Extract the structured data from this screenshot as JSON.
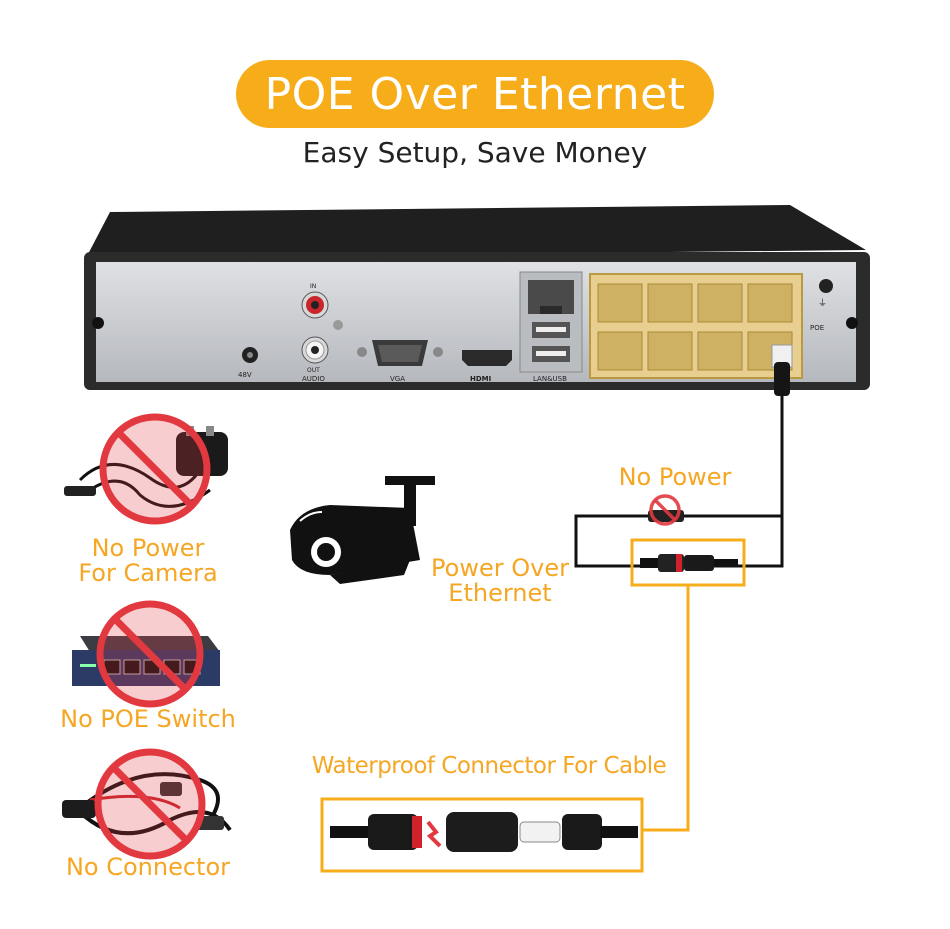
{
  "header": {
    "title": "POE Over Ethernet",
    "subtitle": "Easy Setup, Save Money"
  },
  "nvr_panel": {
    "port_labels": {
      "in": "IN",
      "out": "OUT",
      "audio": "AUDIO",
      "vga": "VGA",
      "hdmi": "HDMI",
      "lan_usb": "LAN&USB",
      "power": "48V",
      "poe": "POE"
    }
  },
  "labels": {
    "no_power_camera": [
      "No Power",
      "For Camera"
    ],
    "no_poe_switch": "No POE Switch",
    "no_connector": "No Connector",
    "no_power": "No Power",
    "power_over_ethernet": [
      "Power Over",
      "Ethernet"
    ],
    "waterproof_connector": "Waterproof Connector For Cable"
  },
  "colors": {
    "accent": "#f7ad1a",
    "label": "#f5a623",
    "prohibit": "#e2383f",
    "nvr_body": "#2b2b2b",
    "nvr_panel": "#c9cbcf",
    "poe_ports": "#e8cf8f"
  },
  "icons": [
    "power-adapter-icon",
    "poe-switch-icon",
    "splitter-cable-icon",
    "bullet-camera-icon",
    "prohibited-icon",
    "rj45-plug-icon"
  ]
}
